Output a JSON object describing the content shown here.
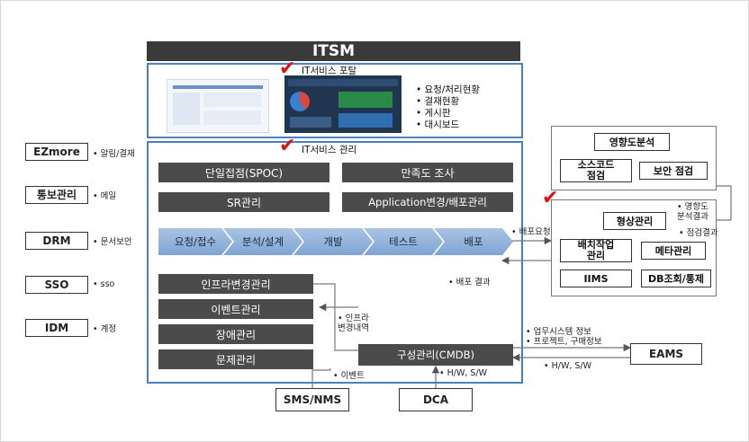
{
  "title": "ITSM",
  "portal": {
    "title": "IT서비스 포탈",
    "bullets": [
      "• 요청/처리현황",
      "• 결재현황",
      "• 게시판",
      "• 대시보드"
    ]
  },
  "management": {
    "title": "IT서비스 관리",
    "spoc": "단일접점(SPOC)",
    "satisfaction": "만족도 조사",
    "sr": "SR관리",
    "app_change": "Application변경/배포관리",
    "stages": [
      "요청/접수",
      "분석/설계",
      "개발",
      "테스트",
      "배포"
    ],
    "infra_change": "인프라변경관리",
    "event": "이벤트관리",
    "incident": "장애관리",
    "problem": "문제관리",
    "cmdb": "구성관리(CMDB)"
  },
  "left_systems": [
    {
      "name": "EZmore",
      "note": "• 알림/결재"
    },
    {
      "name": "통보관리",
      "note": "• 메일"
    },
    {
      "name": "DRM",
      "note": "• 문서보안"
    },
    {
      "name": "SSO",
      "note": "• sso"
    },
    {
      "name": "IDM",
      "note": "• 계정"
    }
  ],
  "right_panel": {
    "impact": "영향도분석",
    "source_check": "소스코드\n점검",
    "security_check": "보안 점검",
    "config": "형상관리",
    "batch": "배치작업\n관리",
    "meta": "메타관리",
    "iims": "IIMS",
    "db_query": "DB조회/통제"
  },
  "annotations": {
    "impact_result": "• 영향도\n분석결과",
    "check_result": "• 점검결과",
    "deploy_request": "• 배포요청",
    "deploy_result": "• 배포 결과",
    "infra_history": "• 인프라\n변경내역",
    "event": "• 이벤트",
    "hw_sw_dca": "• H/W, S/W",
    "eams_info": "• 업무시스템 정보\n• 프로젝트, 구매정보",
    "eams_hwsw": "• H/W, S/W"
  },
  "external": {
    "eams": "EAMS",
    "sms": "SMS/NMS",
    "dca": "DCA"
  },
  "colors": {
    "title_bar": "#3a3a3a",
    "blue_border": "#4a7fc0",
    "dark_box": "#4b4b4b",
    "stage_fill": "#8fb0d9",
    "check": "#e01010"
  }
}
